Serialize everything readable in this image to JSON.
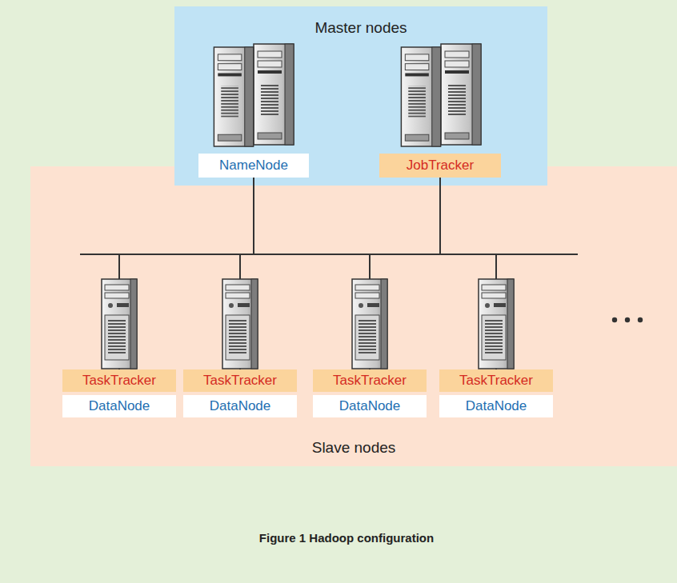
{
  "diagram": {
    "caption": "Figure 1 Hadoop configuration",
    "nodes": [
      {
        "text": [
          "Master nodes"
        ]
      },
      {
        "text": [
          "NameNode"
        ],
        "in": 0
      },
      {
        "text": [
          "JobTracker"
        ],
        "in": 0
      },
      {
        "text": [
          "Slave nodes"
        ]
      },
      {
        "text": [
          "TaskTracker"
        ],
        "in": 3
      },
      {
        "text": [
          "TaskTracker"
        ],
        "in": 3
      },
      {
        "text": [
          "TaskTracker"
        ],
        "in": 3
      },
      {
        "text": [
          "TaskTracker"
        ],
        "in": 3
      },
      {
        "text": [
          "DataNode"
        ],
        "in": 3
      },
      {
        "text": [
          "DataNode"
        ],
        "in": 3
      },
      {
        "text": [
          "DataNode"
        ],
        "in": 3
      },
      {
        "text": [
          "DataNode"
        ],
        "in": 3
      }
    ],
    "edges": [
      {
        "from": 1,
        "to": 4,
        "arrow": "none"
      },
      {
        "from": 1,
        "to": 5,
        "arrow": "none"
      },
      {
        "from": 1,
        "to": 6,
        "arrow": "none"
      },
      {
        "from": 1,
        "to": 7,
        "arrow": "none"
      },
      {
        "from": 2,
        "to": 4,
        "arrow": "none"
      },
      {
        "from": 2,
        "to": 5,
        "arrow": "none"
      },
      {
        "from": 2,
        "to": 6,
        "arrow": "none"
      },
      {
        "from": 2,
        "to": 7,
        "arrow": "none"
      }
    ]
  }
}
